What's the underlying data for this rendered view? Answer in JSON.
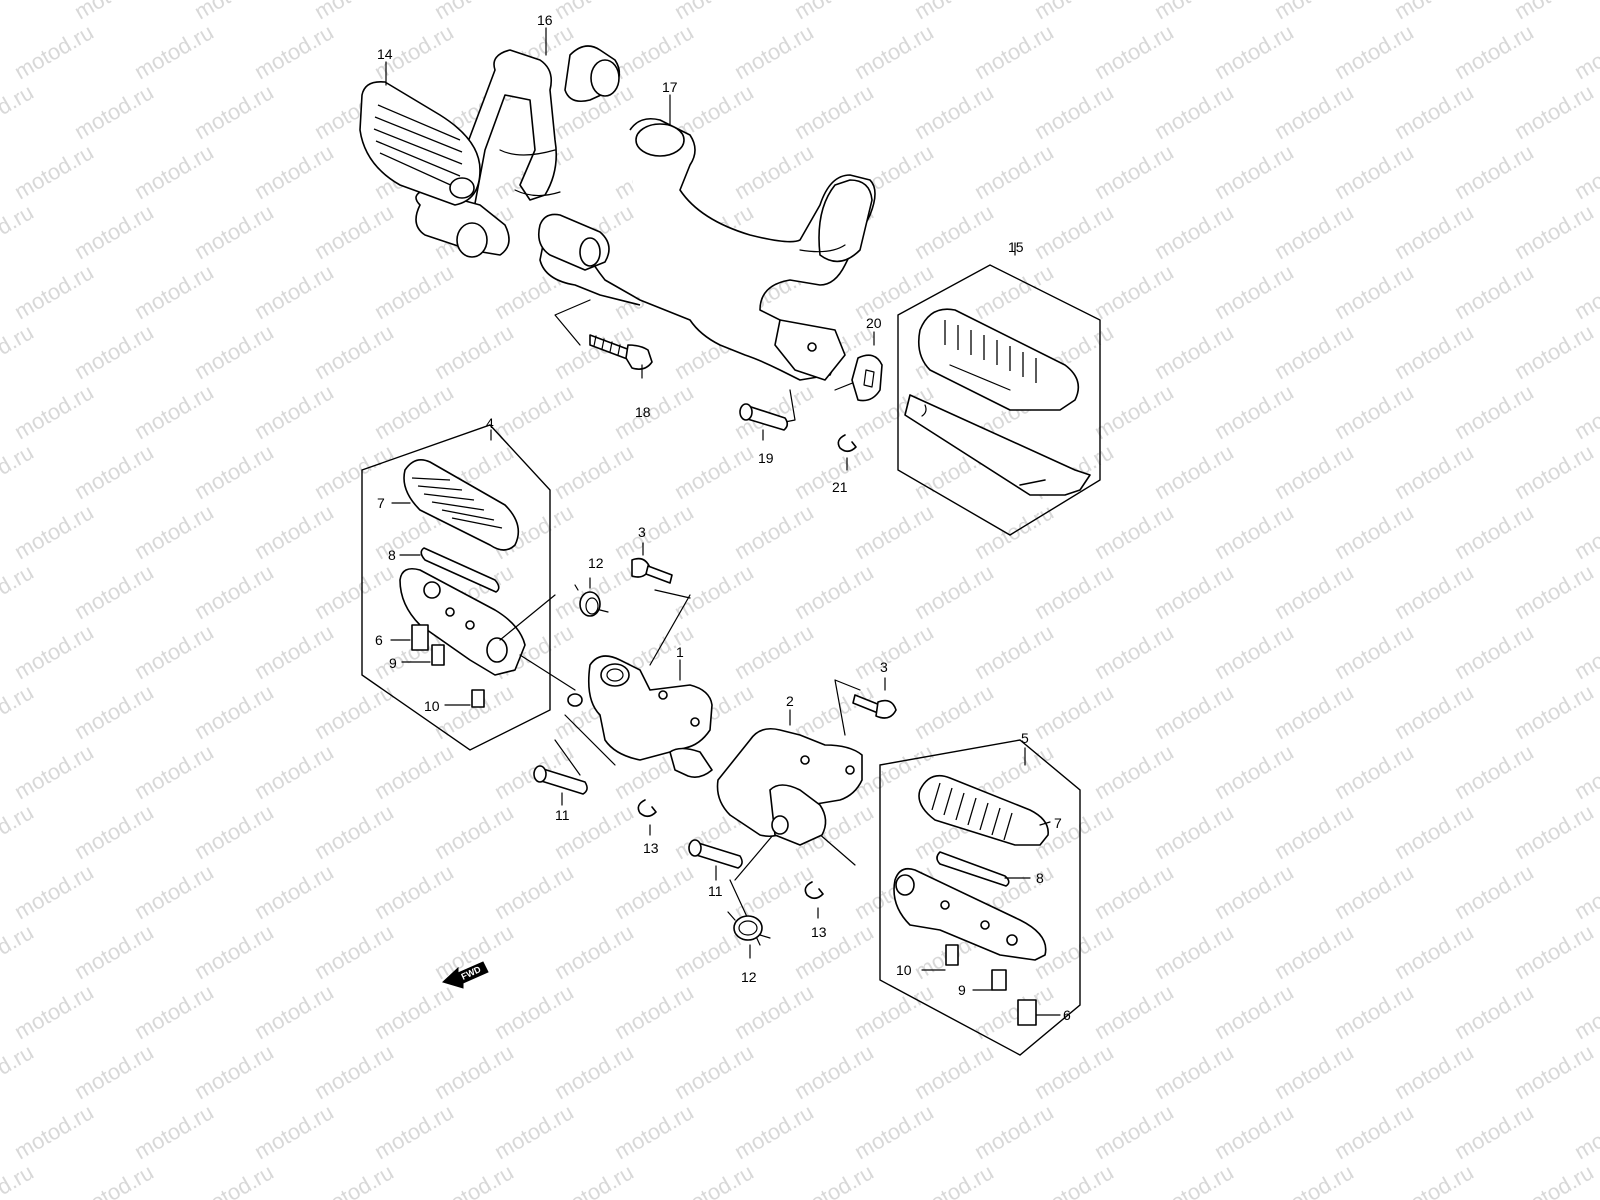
{
  "watermark": {
    "text": "motod.ru"
  },
  "direction_marker": {
    "text": "FWD",
    "icon": "arrow-left-icon"
  },
  "callouts": {
    "c1": "1",
    "c2": "2",
    "c3a": "3",
    "c3b": "3",
    "c4": "4",
    "c5": "5",
    "c6a": "6",
    "c6b": "6",
    "c7a": "7",
    "c7b": "7",
    "c8a": "8",
    "c8b": "8",
    "c9a": "9",
    "c9b": "9",
    "c10a": "10",
    "c10b": "10",
    "c11a": "11",
    "c11b": "11",
    "c12a": "12",
    "c12b": "12",
    "c13a": "13",
    "c13b": "13",
    "c14": "14",
    "c15": "15",
    "c16": "16",
    "c17": "17",
    "c18": "18",
    "c19": "19",
    "c20": "20",
    "c21": "21"
  }
}
